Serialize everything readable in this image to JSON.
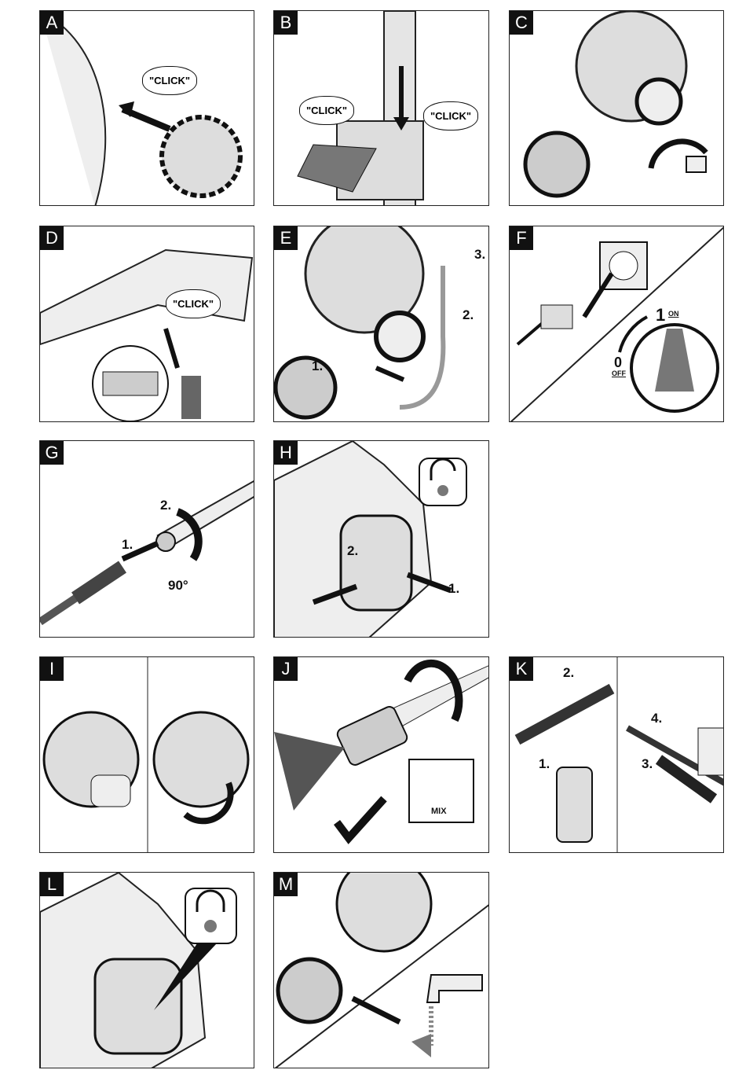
{
  "panels": [
    {
      "id": "A",
      "texts": {
        "click": "\"CLICK\""
      }
    },
    {
      "id": "B",
      "texts": {
        "click1": "\"CLICK\"",
        "click2": "\"CLICK\""
      }
    },
    {
      "id": "C"
    },
    {
      "id": "D",
      "texts": {
        "click": "\"CLICK\""
      }
    },
    {
      "id": "E",
      "texts": {
        "s1": "1.",
        "s2": "2.",
        "s3": "3."
      }
    },
    {
      "id": "F",
      "texts": {
        "on_num": "1",
        "on": "ON",
        "off_num": "0",
        "off": "OFF"
      }
    },
    {
      "id": "G",
      "texts": {
        "s1": "1.",
        "s2": "2.",
        "angle": "90°"
      }
    },
    {
      "id": "H",
      "texts": {
        "s1": "1.",
        "s2": "2."
      }
    },
    {
      "id": "I"
    },
    {
      "id": "J",
      "texts": {
        "mix": "MIX"
      }
    },
    {
      "id": "K",
      "texts": {
        "s1": "1.",
        "s2": "2.",
        "s3": "3.",
        "s4": "4."
      }
    },
    {
      "id": "L"
    },
    {
      "id": "M"
    }
  ]
}
